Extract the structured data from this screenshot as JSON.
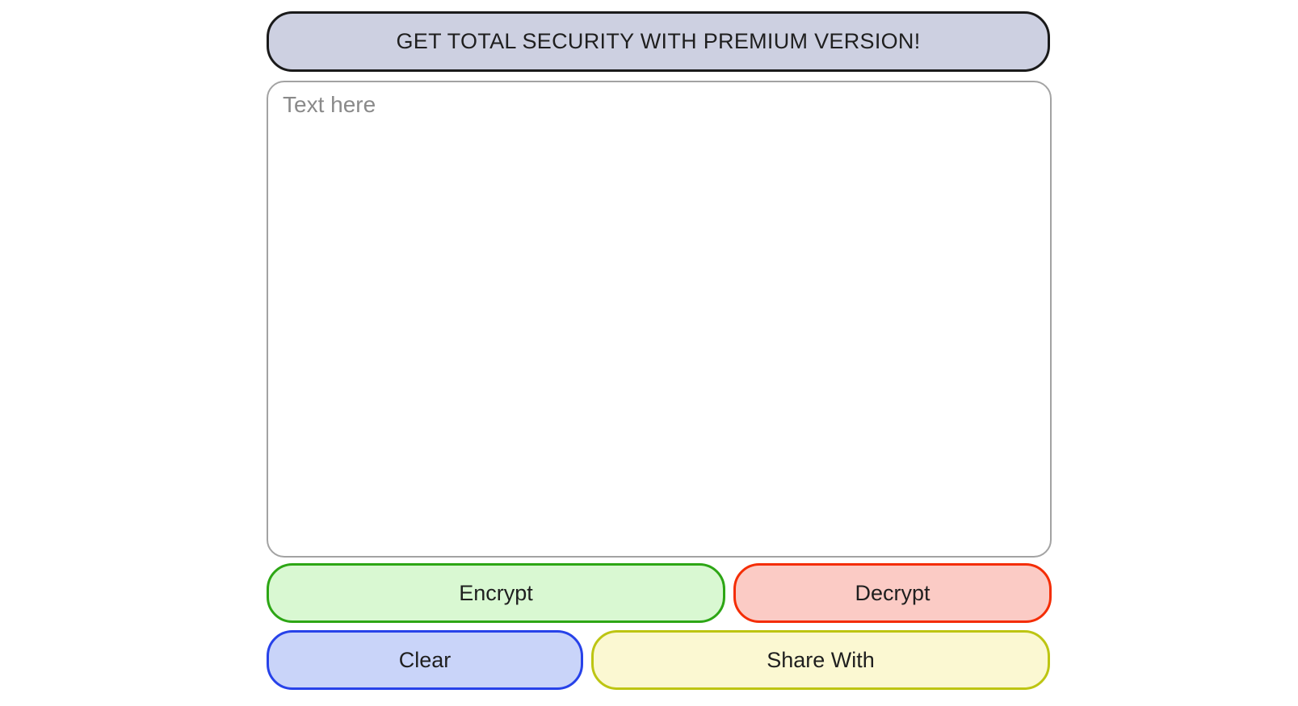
{
  "banner": {
    "label": "GET TOTAL SECURITY WITH PREMIUM VERSION!"
  },
  "text_area": {
    "placeholder": "Text here",
    "value": ""
  },
  "buttons": {
    "encrypt": "Encrypt",
    "decrypt": "Decrypt",
    "clear": "Clear",
    "share_with": "Share With"
  },
  "colors": {
    "banner_bg": "#cdd0e1",
    "banner_border": "#1a1a1a",
    "textarea_border": "#a3a3a3",
    "placeholder_text": "#8a8a8a",
    "button_text": "#1f1f1f",
    "encrypt_bg": "#d9f8d2",
    "encrypt_border": "#2da615",
    "decrypt_bg": "#fbcbc5",
    "decrypt_border": "#f42d05",
    "clear_bg": "#c9d4f9",
    "clear_border": "#2742e9",
    "share_bg": "#fbf8d2",
    "share_border": "#bdc513"
  }
}
